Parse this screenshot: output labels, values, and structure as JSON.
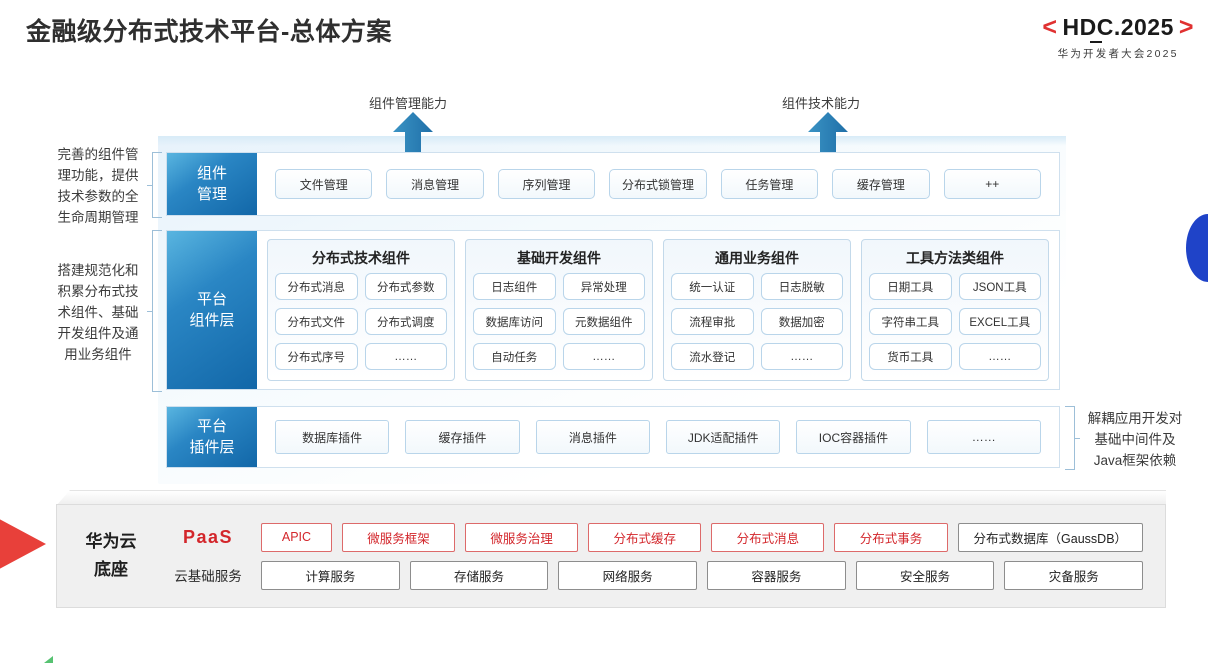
{
  "header": {
    "title": "金融级分布式技术平台-总体方案",
    "logo_main": "HDC.2025",
    "logo_bracket_left": "<",
    "logo_bracket_right": ">",
    "logo_sub": "华为开发者大会2025"
  },
  "arrows": [
    {
      "label": "组件管理能力",
      "name": "component-management-capability"
    },
    {
      "label": "组件技术能力",
      "name": "component-technology-capability"
    }
  ],
  "side_notes": {
    "left_top": "完善的组件管\n理功能，提供\n技术参数的全\n生命周期管理",
    "left_bottom": "搭建规范化和\n积累分布式技\n术组件、基础\n开发组件及通\n用业务组件",
    "right": "解耦应用开发对\n基础中间件及\nJava框架依赖"
  },
  "layers": [
    {
      "id": "component-management",
      "label": "组件\n管理",
      "items": [
        "文件管理",
        "消息管理",
        "序列管理",
        "分布式锁管理",
        "任务管理",
        "缓存管理",
        "++"
      ]
    },
    {
      "id": "platform-plugin",
      "label": "平台\n插件层",
      "items": [
        "数据库插件",
        "缓存插件",
        "消息插件",
        "JDK适配插件",
        "IOC容器插件",
        "……"
      ]
    }
  ],
  "platform_component_layer": {
    "label": "平台\n组件层",
    "groups": [
      {
        "title": "分布式技术组件",
        "items": [
          "分布式消息",
          "分布式参数",
          "分布式文件",
          "分布式调度",
          "分布式序号",
          "……"
        ]
      },
      {
        "title": "基础开发组件",
        "items": [
          "日志组件",
          "异常处理",
          "数据库访问",
          "元数据组件",
          "自动任务",
          "……"
        ]
      },
      {
        "title": "通用业务组件",
        "items": [
          "统一认证",
          "日志脱敏",
          "流程审批",
          "数据加密",
          "流水登记",
          "……"
        ]
      },
      {
        "title": "工具方法类组件",
        "items": [
          "日期工具",
          "JSON工具",
          "字符串工具",
          "EXCEL工具",
          "货币工具",
          "……"
        ]
      }
    ]
  },
  "foundation": {
    "title": "华为云\n底座",
    "rows": [
      {
        "label": "PaaS",
        "style": "red",
        "items": [
          {
            "text": "APIC",
            "style": "red",
            "flex": 0.62
          },
          {
            "text": "微服务框架",
            "style": "red",
            "flex": 1
          },
          {
            "text": "微服务治理",
            "style": "red",
            "flex": 1
          },
          {
            "text": "分布式缓存",
            "style": "red",
            "flex": 1
          },
          {
            "text": "分布式消息",
            "style": "red",
            "flex": 1
          },
          {
            "text": "分布式事务",
            "style": "red",
            "flex": 1
          },
          {
            "text": "分布式数据库（GaussDB）",
            "style": "gray",
            "flex": 1.65
          }
        ]
      },
      {
        "label": "云基础服务",
        "style": "plain",
        "items": [
          {
            "text": "计算服务",
            "style": "gray",
            "flex": 1
          },
          {
            "text": "存储服务",
            "style": "gray",
            "flex": 1
          },
          {
            "text": "网络服务",
            "style": "gray",
            "flex": 1
          },
          {
            "text": "容器服务",
            "style": "gray",
            "flex": 1
          },
          {
            "text": "安全服务",
            "style": "gray",
            "flex": 1
          },
          {
            "text": "灾备服务",
            "style": "gray",
            "flex": 1
          }
        ]
      }
    ]
  },
  "colors": {
    "accent_blue": "#1267a8",
    "accent_red": "#d3262b",
    "logo_red": "#e03131",
    "lens_blue": "#1f43c8",
    "wedge_red": "#e8403a"
  }
}
